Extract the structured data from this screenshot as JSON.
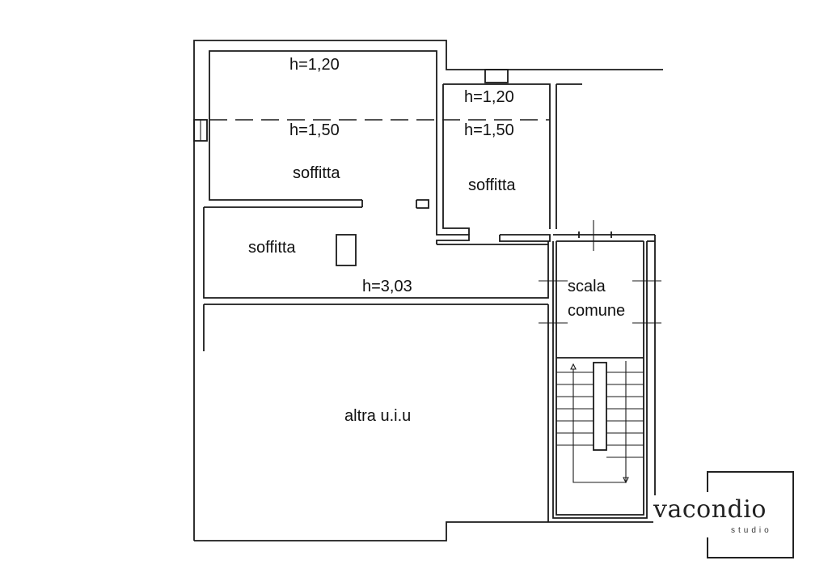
{
  "rooms": {
    "top_left_height_high": "h=1,20",
    "top_left_height_low": "h=1,50",
    "top_left_name": "soffitta",
    "top_right_height_high": "h=1,20",
    "top_right_height_low": "h=1,50",
    "top_right_name": "soffitta",
    "middle_name": "soffitta",
    "middle_height": "h=3,03",
    "stair_name_line1": "scala",
    "stair_name_line2": "comune",
    "lower_unit": "altra u.i.u"
  },
  "logo": {
    "name": "vacondio",
    "sub": "studio"
  }
}
